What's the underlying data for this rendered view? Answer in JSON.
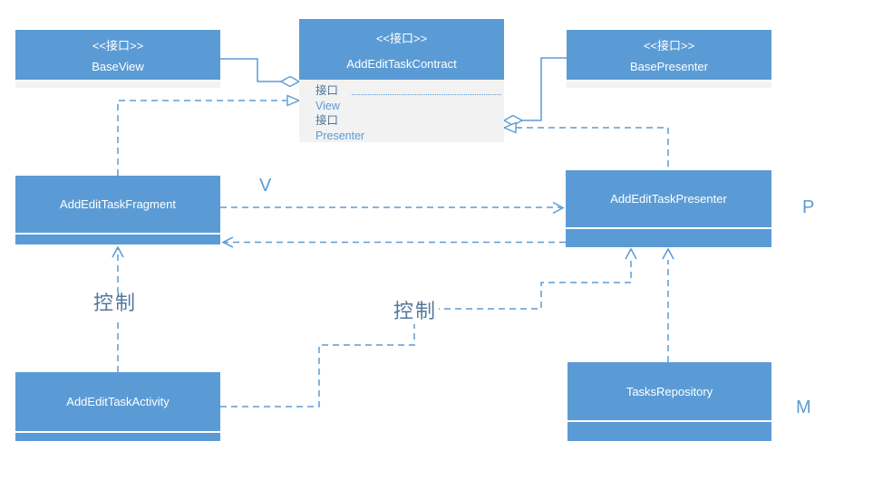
{
  "nodes": {
    "base_view": {
      "stereotype": "<<接口>>",
      "name": "BaseView"
    },
    "contract": {
      "stereotype": "<<接口>>",
      "name": "AddEditTaskContract",
      "members": [
        {
          "prefix": "接口",
          "name": "View"
        },
        {
          "prefix": "接口",
          "name": "Presenter"
        }
      ]
    },
    "base_presenter": {
      "stereotype": "<<接口>>",
      "name": "BasePresenter"
    },
    "fragment": {
      "name": "AddEditTaskFragment"
    },
    "presenter": {
      "name": "AddEditTaskPresenter"
    },
    "activity": {
      "name": "AddEditTaskActivity"
    },
    "repository": {
      "name": "TasksRepository"
    }
  },
  "labels": {
    "view": "V",
    "presenter": "P",
    "model": "M",
    "control_left": "控制",
    "control_center": "控制"
  },
  "colors": {
    "box_blue": "#5b9bd5",
    "compartment_gray": "#f2f2f2",
    "connector_blue": "#5b9bd5",
    "mvp_label_blue": "#5b9bd5",
    "control_label": "#54779c",
    "member_prefix": "#4f7396",
    "member_name": "#5b9bd5"
  }
}
